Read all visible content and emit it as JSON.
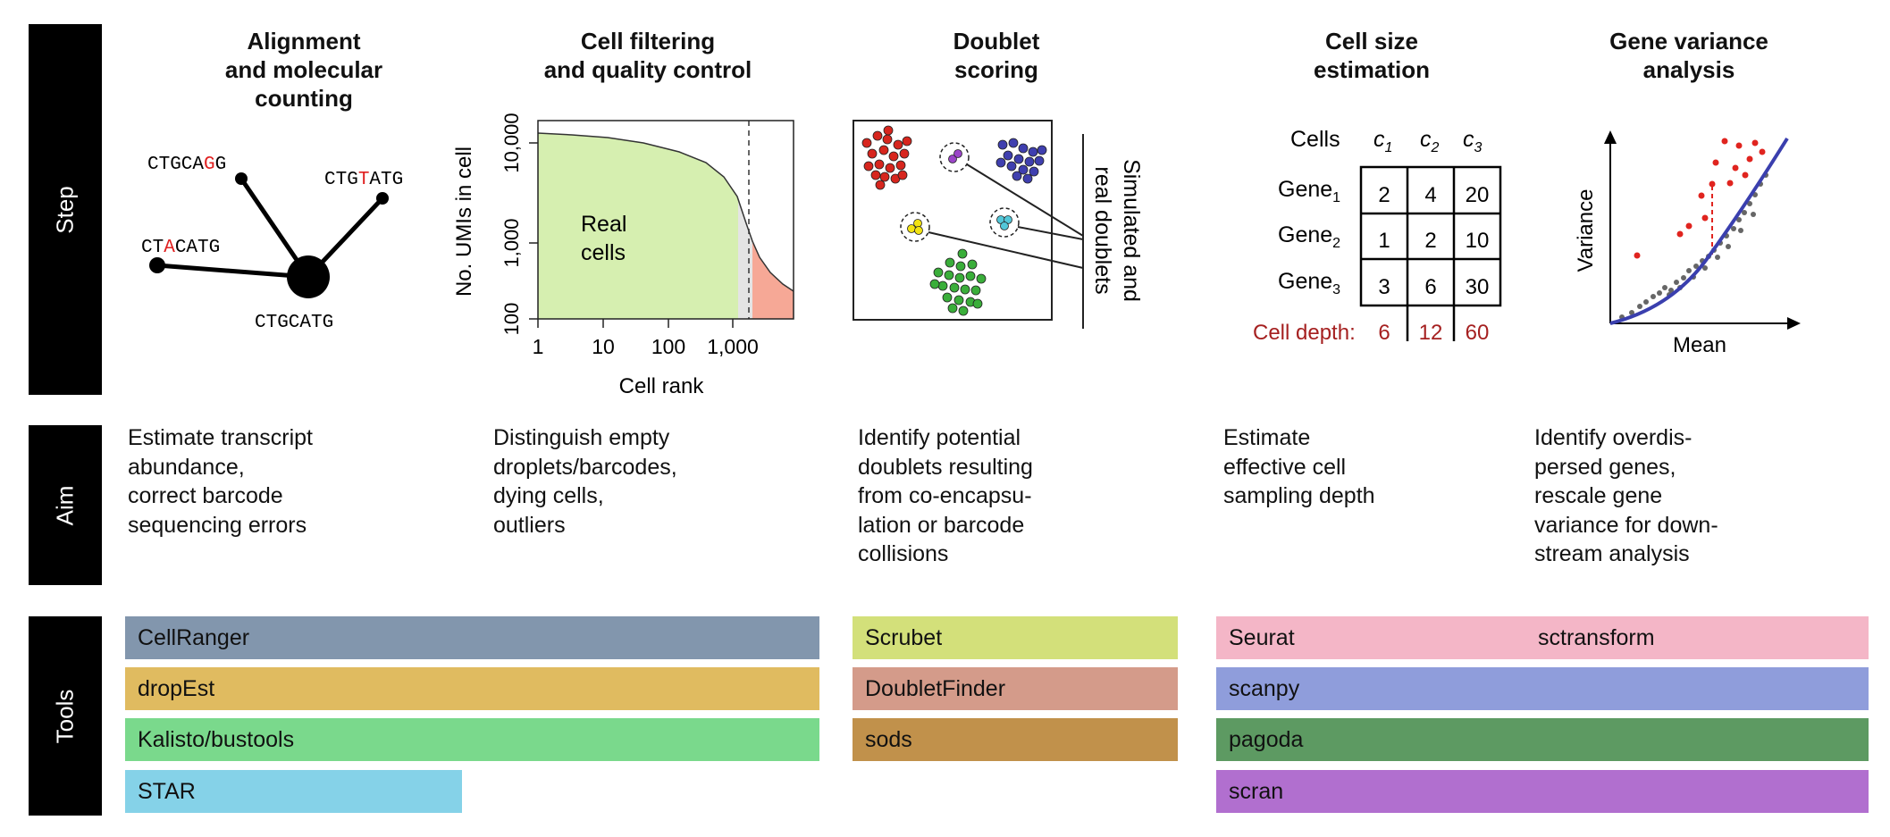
{
  "row_labels": {
    "step": "Step",
    "aim": "Aim",
    "tools": "Tools"
  },
  "steps": [
    {
      "title": "Alignment\nand molecular\ncounting",
      "aim": "Estimate transcript\nabundance,\ncorrect barcode\nsequencing errors"
    },
    {
      "title": "Cell filtering\nand quality control",
      "aim": "Distinguish empty\ndroplets/barcodes,\ndying cells,\noutliers"
    },
    {
      "title": "Doublet\nscoring",
      "aim": "Identify potential\ndoublets resulting\nfrom co-encapsu-\nlation or barcode\ncollisions"
    },
    {
      "title": "Cell size\nestimation",
      "aim": "Estimate\neffective cell\nsampling depth"
    },
    {
      "title": "Gene variance\nanalysis",
      "aim": "Identify overdis-\npersed genes,\nrescale gene\nvariance for down-\nstream analysis"
    }
  ],
  "alignment_panel": {
    "center_seq": "CTGCATG",
    "variants": [
      {
        "prefix": "CTGCA",
        "mismatch": "G",
        "suffix": "G"
      },
      {
        "prefix": "CTG",
        "mismatch": "T",
        "suffix": "ATG"
      },
      {
        "prefix": "CT",
        "mismatch": "A",
        "suffix": "CATG"
      }
    ]
  },
  "filtering_panel": {
    "ylabel": "No. UMIs in cell",
    "xlabel": "Cell rank",
    "yticks": [
      "100",
      "1,000",
      "10,000"
    ],
    "xticks": [
      "1",
      "10",
      "100",
      "1,000"
    ],
    "region_label_1": "Real",
    "region_label_2": "cells"
  },
  "doublet_panel": {
    "side_label_1": "Simulated and",
    "side_label_2": "real doublets"
  },
  "cellsize_panel": {
    "cells_label": "Cells",
    "col_base": "c",
    "columns": [
      "1",
      "2",
      "3"
    ],
    "row_base": "Gene",
    "rows": [
      "1",
      "2",
      "3"
    ],
    "matrix": [
      [
        "2",
        "4",
        "20"
      ],
      [
        "1",
        "2",
        "10"
      ],
      [
        "3",
        "6",
        "30"
      ]
    ],
    "depth_label": "Cell depth:",
    "depths": [
      "6",
      "12",
      "60"
    ]
  },
  "variance_panel": {
    "ylabel": "Variance",
    "xlabel": "Mean"
  },
  "tools": [
    {
      "name": "CellRanger",
      "color": "#8296ad"
    },
    {
      "name": "dropEst",
      "color": "#e0bb60"
    },
    {
      "name": "Kalisto/bustools",
      "color": "#7ad98c"
    },
    {
      "name": "STAR",
      "color": "#85d2e8"
    },
    {
      "name": "Scrubet",
      "color": "#d3e07a"
    },
    {
      "name": "DoubletFinder",
      "color": "#d49b8a"
    },
    {
      "name": "sods",
      "color": "#c1914b"
    },
    {
      "name": "Seurat",
      "second": "sctransform",
      "color": "#f4b6c7"
    },
    {
      "name": "scanpy",
      "color": "#8f9ddb"
    },
    {
      "name": "pagoda",
      "color": "#5d9a62"
    },
    {
      "name": "scran",
      "color": "#b16fcf"
    }
  ],
  "colors": {
    "mismatch": "#e02020",
    "depth": "#a52020",
    "real_cells": "#d6efb0",
    "empty": "#f6a896",
    "curve": "#3a3fae"
  }
}
